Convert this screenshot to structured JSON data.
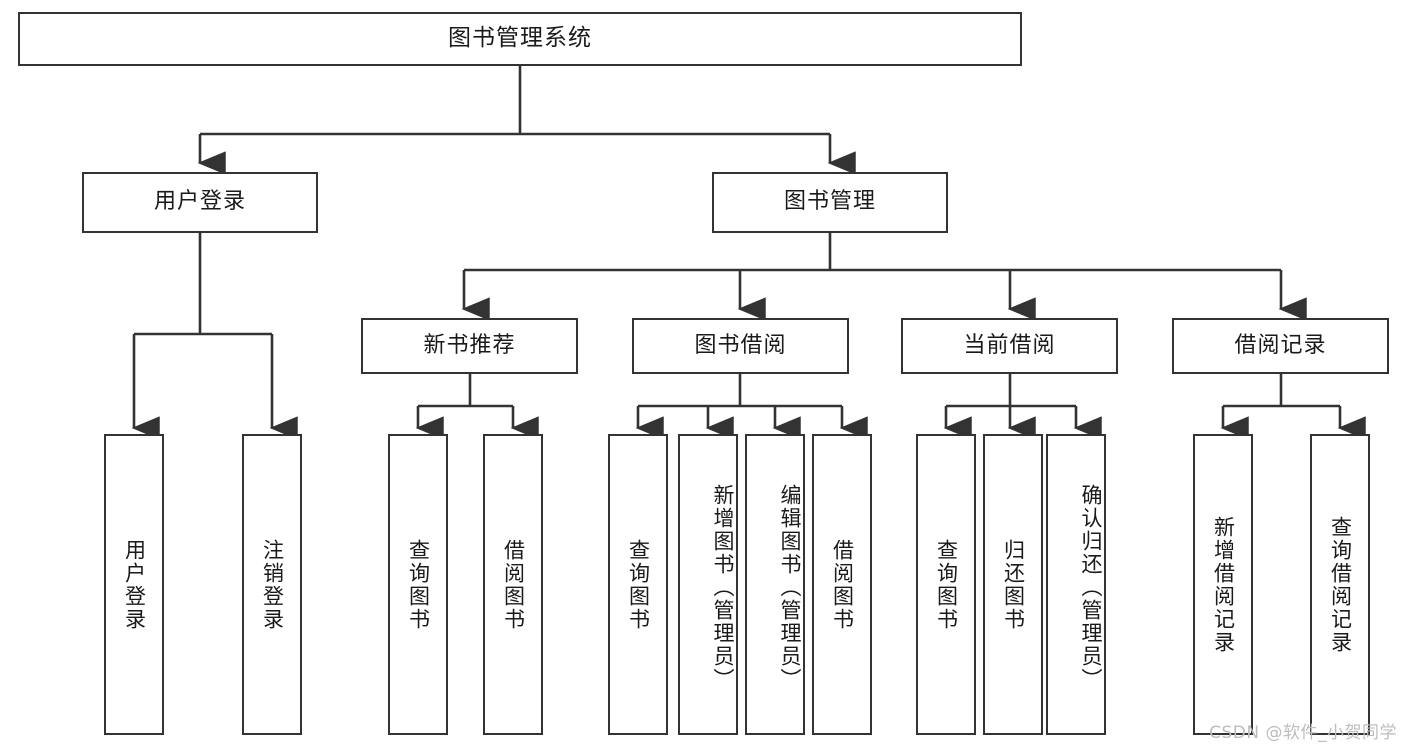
{
  "diagram": {
    "type": "hierarchy-tree",
    "title": "图书管理系统",
    "background_color": "#ffffff",
    "line_color": "#333333",
    "text_color": "#1a1a1a",
    "root": {
      "label": "图书管理系统",
      "children": [
        {
          "label": "用户登录",
          "children": [
            {
              "label": "用户登录"
            },
            {
              "label": "注销登录"
            }
          ]
        },
        {
          "label": "图书管理",
          "children": [
            {
              "label": "新书推荐",
              "children": [
                {
                  "label": "查询图书"
                },
                {
                  "label": "借阅图书"
                }
              ]
            },
            {
              "label": "图书借阅",
              "children": [
                {
                  "label": "查询图书"
                },
                {
                  "label": "新增图书（管理员）"
                },
                {
                  "label": "编辑图书（管理员）"
                },
                {
                  "label": "借阅图书"
                }
              ]
            },
            {
              "label": "当前借阅",
              "children": [
                {
                  "label": "查询图书"
                },
                {
                  "label": "归还图书"
                },
                {
                  "label": "确认归还（管理员）"
                }
              ]
            },
            {
              "label": "借阅记录",
              "children": [
                {
                  "label": "新增借阅记录"
                },
                {
                  "label": "查询借阅记录"
                }
              ]
            }
          ]
        }
      ]
    }
  },
  "nodes": {
    "root": "图书管理系统",
    "l1_user_login": "用户登录",
    "l1_book_mgmt": "图书管理",
    "l2_user_login": "用户登录",
    "l2_logout": "注销登录",
    "l2_new_book_rec": "新书推荐",
    "l2_book_borrow": "图书借阅",
    "l2_current_borrow": "当前借阅",
    "l2_borrow_record": "借阅记录",
    "l3_rec_query_book": "查询图书",
    "l3_rec_borrow_book": "借阅图书",
    "l3_borrow_query_book": "查询图书",
    "l3_borrow_add_book": "新增图书（管理员）",
    "l3_borrow_edit_book": "编辑图书（管理员）",
    "l3_borrow_borrow_book": "借阅图书",
    "l3_cur_query_book": "查询图书",
    "l3_cur_return_book": "归还图书",
    "l3_cur_confirm_return": "确认归还（管理员）",
    "l3_rec_add_record": "新增借阅记录",
    "l3_rec_query_record": "查询借阅记录"
  },
  "watermark": {
    "text": "CSDN @软件_小贺同学"
  }
}
